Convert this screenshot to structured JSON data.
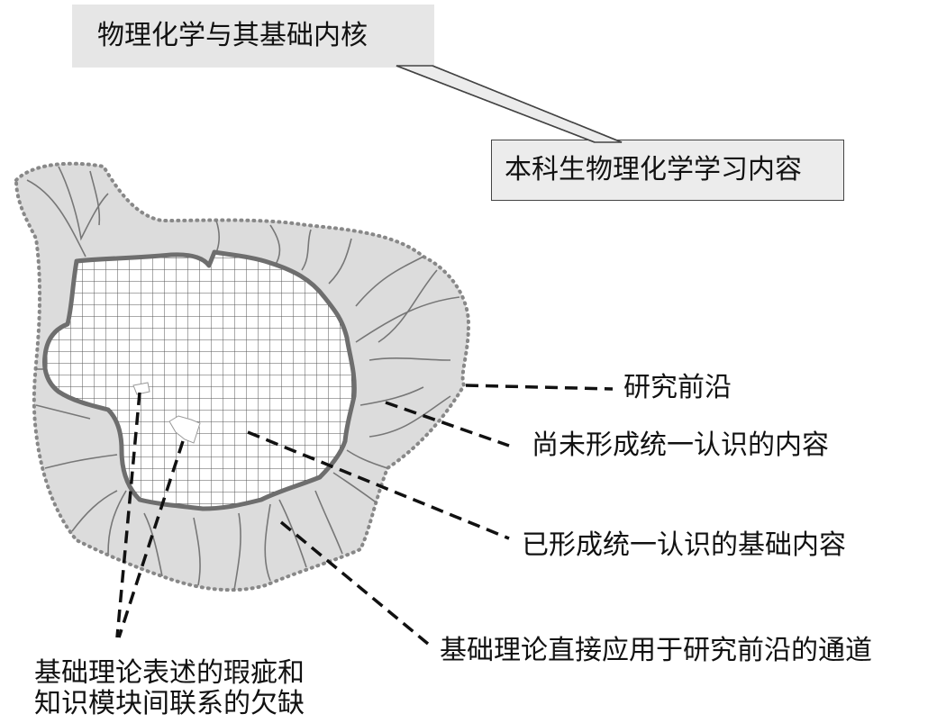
{
  "title_box": {
    "text": "物理化学与其基础内核"
  },
  "callout_box": {
    "text": "本科生物理化学学习内容"
  },
  "labels": {
    "research_frontier": "研究前沿",
    "unsettled": "尚未形成统一认识的内容",
    "settled_basics": "已形成统一认识的基础内容",
    "channels": "基础理论直接应用于研究前沿的通道",
    "defects_line1": "基础理论表述的瑕疵和",
    "defects_line2": "知识模块间联系的欠缺"
  },
  "colors": {
    "outer_region": "#dcdcdc",
    "grid_region": "#ffffff",
    "grid_lines": "#555555",
    "boundary": "#6e6e6e",
    "box_fill": "#e6e6e6"
  }
}
